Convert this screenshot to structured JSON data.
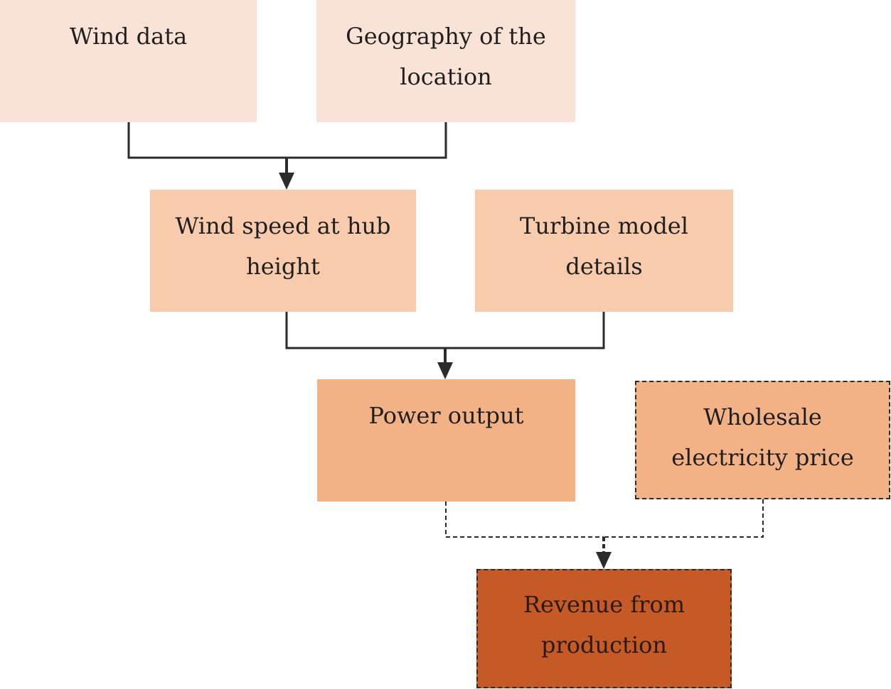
{
  "nodes": {
    "wind_data": "Wind data",
    "geography_line1": "Geography of the",
    "geography_line2": "location",
    "wind_speed_line1": "Wind speed at hub",
    "wind_speed_line2": "height",
    "turbine_line1": "Turbine model",
    "turbine_line2": "details",
    "power_output": "Power output",
    "price_line1": "Wholesale",
    "price_line2": "electricity price",
    "revenue_line1": "Revenue from",
    "revenue_line2": "production"
  },
  "colors": {
    "level1": "#f9e3d6",
    "level2": "#f7cbac",
    "level3": "#f2b286",
    "level4": "#c55a27",
    "connector": "#2b2b2b"
  }
}
